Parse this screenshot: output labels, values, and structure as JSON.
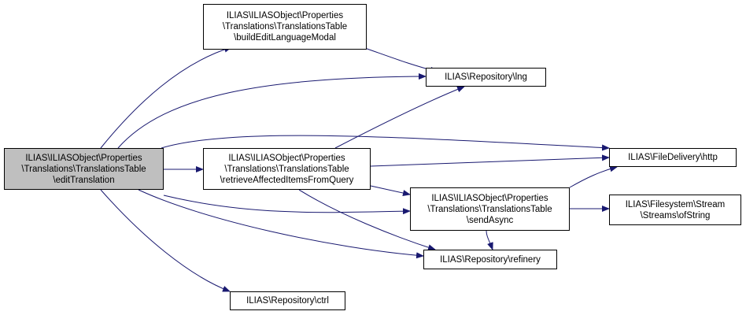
{
  "colors": {
    "edge": "#191970",
    "focus_fill": "#bfbfbf",
    "node_fill": "#ffffff",
    "border": "#000000"
  },
  "nodes": {
    "edit": {
      "lines": [
        "ILIAS\\ILIASObject\\Properties",
        "\\Translations\\TranslationsTable",
        "\\editTranslation"
      ]
    },
    "build": {
      "lines": [
        "ILIAS\\ILIASObject\\Properties",
        "\\Translations\\TranslationsTable",
        "\\buildEditLanguageModal"
      ]
    },
    "retrieve": {
      "lines": [
        "ILIAS\\ILIASObject\\Properties",
        "\\Translations\\TranslationsTable",
        "\\retrieveAffectedItemsFromQuery"
      ]
    },
    "send": {
      "lines": [
        "ILIAS\\ILIASObject\\Properties",
        "\\Translations\\TranslationsTable",
        "\\sendAsync"
      ]
    },
    "lng": {
      "lines": [
        "ILIAS\\Repository\\lng"
      ]
    },
    "http": {
      "lines": [
        "ILIAS\\FileDelivery\\http"
      ]
    },
    "ofString": {
      "lines": [
        "ILIAS\\Filesystem\\Stream",
        "\\Streams\\ofString"
      ]
    },
    "refinery": {
      "lines": [
        "ILIAS\\Repository\\refinery"
      ]
    },
    "ctrl": {
      "lines": [
        "ILIAS\\Repository\\ctrl"
      ]
    }
  },
  "edges": [
    [
      "edit",
      "build"
    ],
    [
      "edit",
      "lng"
    ],
    [
      "edit",
      "http"
    ],
    [
      "edit",
      "retrieve"
    ],
    [
      "edit",
      "send"
    ],
    [
      "edit",
      "refinery"
    ],
    [
      "edit",
      "ctrl"
    ],
    [
      "build",
      "lng"
    ],
    [
      "retrieve",
      "lng"
    ],
    [
      "retrieve",
      "http"
    ],
    [
      "retrieve",
      "send"
    ],
    [
      "retrieve",
      "refinery"
    ],
    [
      "send",
      "http"
    ],
    [
      "send",
      "ofString"
    ],
    [
      "send",
      "refinery"
    ]
  ]
}
